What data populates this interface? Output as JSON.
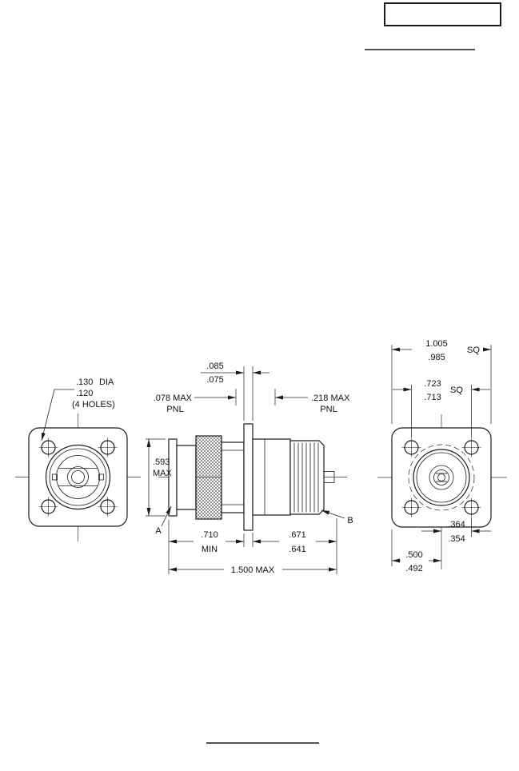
{
  "page": {
    "title_box": ""
  },
  "front_view": {
    "hole_note": {
      "max": ".130",
      "min": ".120",
      "suffix": "DIA",
      "note": "(4 HOLES)"
    }
  },
  "side_view": {
    "flange_thickness": {
      "max": ".085",
      "min": ".075"
    },
    "front_panel": {
      "line1": ".078 MAX",
      "line2": "PNL"
    },
    "rear_panel": {
      "line1": ".218 MAX",
      "line2": "PNL"
    },
    "height": {
      "line1": ".593",
      "line2": "MAX"
    },
    "callout_a": "A",
    "callout_b": "B",
    "front_length": {
      "line1": ".710",
      "line2": "MIN"
    },
    "rear_length": {
      "max": ".671",
      "min": ".641"
    },
    "overall_length": "1.500 MAX"
  },
  "rear_view": {
    "flange_square": {
      "max": "1.005",
      "min": ".985",
      "suffix": "SQ"
    },
    "hole_spacing": {
      "max": ".723",
      "min": ".713",
      "suffix": "SQ"
    },
    "hole_offset": {
      "max": ".364",
      "min": ".354"
    },
    "edge_offset": {
      "max": ".500",
      "min": ".492"
    }
  }
}
